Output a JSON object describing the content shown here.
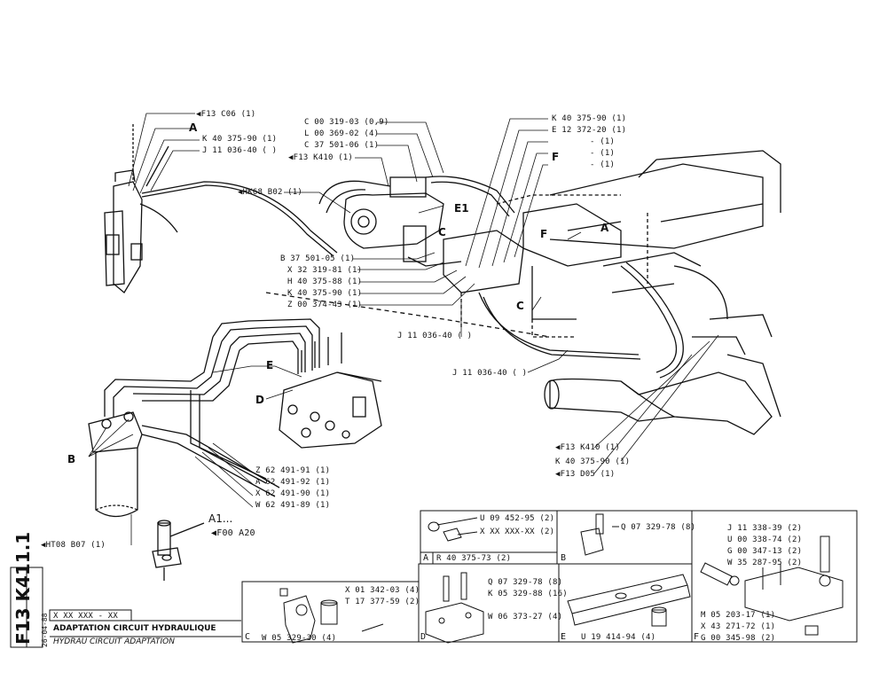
{
  "top_labels": {
    "f13_c06": "◀F13 C06 (1)",
    "a_top": "A",
    "k40_left": "K 40 375-90 (1)",
    "j11_left": "J 11 036-40 ( )",
    "hk68": "◀HK68 B02 (1)",
    "c00": "C 00 319-03 (0,9)",
    "l00": "L 00 369-02 (4)",
    "c37": "C 37 501-06 (1)",
    "f13_k410_top": "◀F13 K410 (1)",
    "e1": "E1",
    "c_mid": "C",
    "k40_right": "K 40 375-90 (1)",
    "e12": "E 12 372-20 (1)",
    "dash1": "-  (1)",
    "dash2": "-  (1)",
    "dash3": "-  (1)",
    "f_lbl": "F",
    "a_right": "A",
    "c_low": "C",
    "b37": "B 37 501-05 (1)",
    "x32": "X 32 319-81 (1)",
    "h40": "H 40 375-88 (1)",
    "k40_mid": "K 40 375-90 (1)",
    "z00": "Z 00 374-43 (1)",
    "j11_mid": "J 11 036-40 ( )",
    "j11_low": "J 11 036-40 ( )"
  },
  "lower_labels": {
    "e_lbl": "E",
    "d_lbl": "D",
    "b_lbl": "B",
    "z62": "Z 62 491-91 (1)",
    "a62": "A 62 491-92 (1)",
    "x62": "X 62 491-90 (1)",
    "w62": "W 62 491-89 (1)",
    "a1": "A1...",
    "f00": "◀F00 A20",
    "ht08": "◀HT08 B07 (1)",
    "f13_k410": "◀F13 K410 (1)",
    "k40_low": "K 40 375-90 (1)",
    "f13_d05": "◀F13 D05 (1)"
  },
  "detail_a": {
    "u09": "U 09 452-95 (2)",
    "xx": "X XX XXX-XX (2)",
    "code": "A",
    "ref": "R 40 375-73 (2)"
  },
  "detail_b": {
    "q07": "Q 07 329-78 (8)",
    "code": "B"
  },
  "detail_f": {
    "j11": "J 11 338-39 (2)",
    "u00": "U 00 338-74 (2)",
    "g00": "G 00 347-13 (2)",
    "w35": "W 35 287-95 (2)",
    "m05": "M 05 203-17 (1)",
    "x43": "X 43 271-72 (1)",
    "g00b": "G 00 345-98 (2)",
    "code": "F"
  },
  "detail_c": {
    "x01": "X 01 342-03 (4)",
    "t17": "T 17 377-59 (2)",
    "w05": "W 05 329-30 (4)",
    "code": "C"
  },
  "detail_d": {
    "q07": "Q 07 329-78 (8)",
    "k05": "K 05 329-88 (16)",
    "w06": "W 06 373-27 (4)",
    "code": "D"
  },
  "detail_e": {
    "u19": "U 19 414-94 (4)",
    "code": "E"
  },
  "title_block": {
    "code_vertical": "F13  K411.1",
    "date": "26-04-88",
    "ref": "X XX XXX - XX",
    "title_fr": "ADAPTATION CIRCUIT HYDRAULIQUE",
    "title_en": "HYDRAU    CIRCUIT ADAPTATION"
  }
}
